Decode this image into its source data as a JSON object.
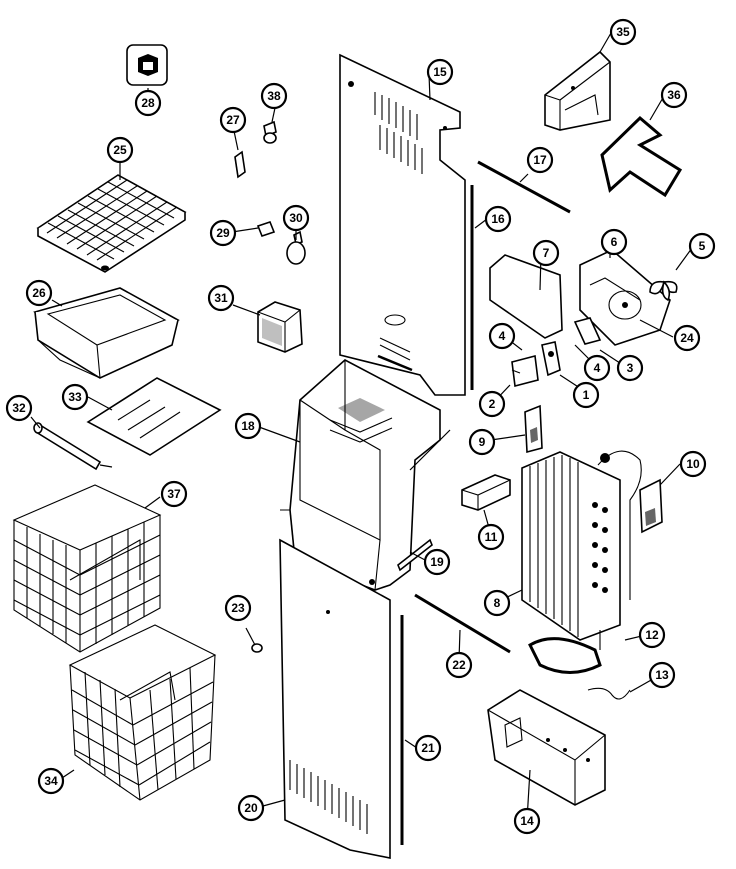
{
  "callouts": [
    {
      "id": "1",
      "label": "1"
    },
    {
      "id": "2",
      "label": "2"
    },
    {
      "id": "3",
      "label": "3"
    },
    {
      "id": "4a",
      "label": "4"
    },
    {
      "id": "4b",
      "label": "4"
    },
    {
      "id": "5",
      "label": "5"
    },
    {
      "id": "6",
      "label": "6"
    },
    {
      "id": "7",
      "label": "7"
    },
    {
      "id": "8",
      "label": "8"
    },
    {
      "id": "9",
      "label": "9"
    },
    {
      "id": "10",
      "label": "10"
    },
    {
      "id": "11",
      "label": "11"
    },
    {
      "id": "12",
      "label": "12"
    },
    {
      "id": "13",
      "label": "13"
    },
    {
      "id": "14",
      "label": "14"
    },
    {
      "id": "15",
      "label": "15"
    },
    {
      "id": "16",
      "label": "16"
    },
    {
      "id": "17",
      "label": "17"
    },
    {
      "id": "18",
      "label": "18"
    },
    {
      "id": "19",
      "label": "19"
    },
    {
      "id": "20",
      "label": "20"
    },
    {
      "id": "21",
      "label": "21"
    },
    {
      "id": "22",
      "label": "22"
    },
    {
      "id": "23",
      "label": "23"
    },
    {
      "id": "24",
      "label": "24"
    },
    {
      "id": "25",
      "label": "25"
    },
    {
      "id": "26",
      "label": "26"
    },
    {
      "id": "27",
      "label": "27"
    },
    {
      "id": "28",
      "label": "28"
    },
    {
      "id": "29",
      "label": "29"
    },
    {
      "id": "30",
      "label": "30"
    },
    {
      "id": "31",
      "label": "31"
    },
    {
      "id": "32",
      "label": "32"
    },
    {
      "id": "33",
      "label": "33"
    },
    {
      "id": "34",
      "label": "34"
    },
    {
      "id": "35",
      "label": "35"
    },
    {
      "id": "36",
      "label": "36"
    },
    {
      "id": "37",
      "label": "37"
    },
    {
      "id": "38",
      "label": "38"
    }
  ]
}
